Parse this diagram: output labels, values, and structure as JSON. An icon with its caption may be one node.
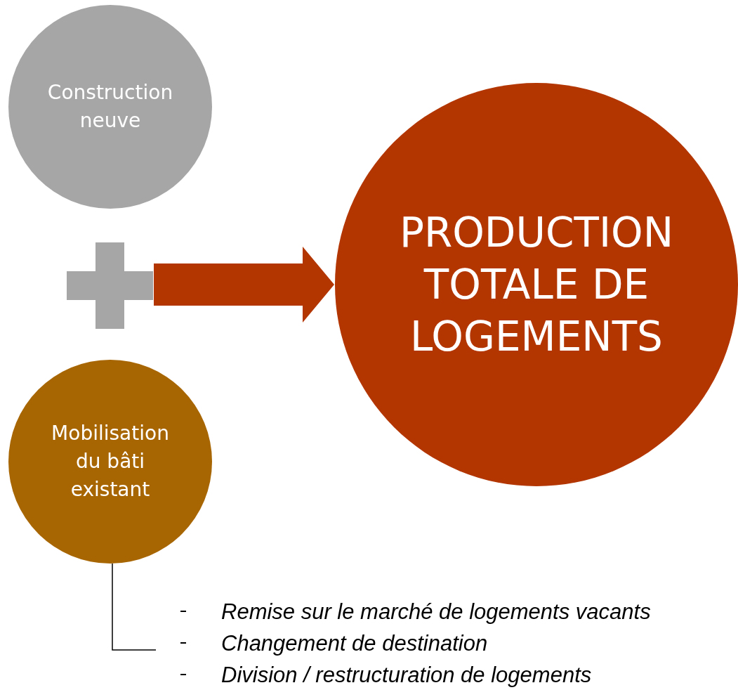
{
  "diagram": {
    "nodes": [
      {
        "text": [
          "Construction neuve"
        ]
      },
      {
        "text": [],
        "shape": "plus"
      },
      {
        "text": [
          "Mobilisation du bâti existant"
        ]
      },
      {
        "text": [
          "PRODUCTION TOTALE DE LOGEMENTS"
        ]
      },
      {
        "text": [
          "Remise sur le marché de logements vacants",
          "Changement de destination",
          "Division / restructuration de logements"
        ]
      }
    ],
    "edges": [
      {
        "from": 1,
        "to": 3,
        "arrow": "to",
        "style": "thick",
        "color": "#b33500"
      },
      {
        "from": 2,
        "to": 4,
        "arrow": "none"
      }
    ]
  }
}
